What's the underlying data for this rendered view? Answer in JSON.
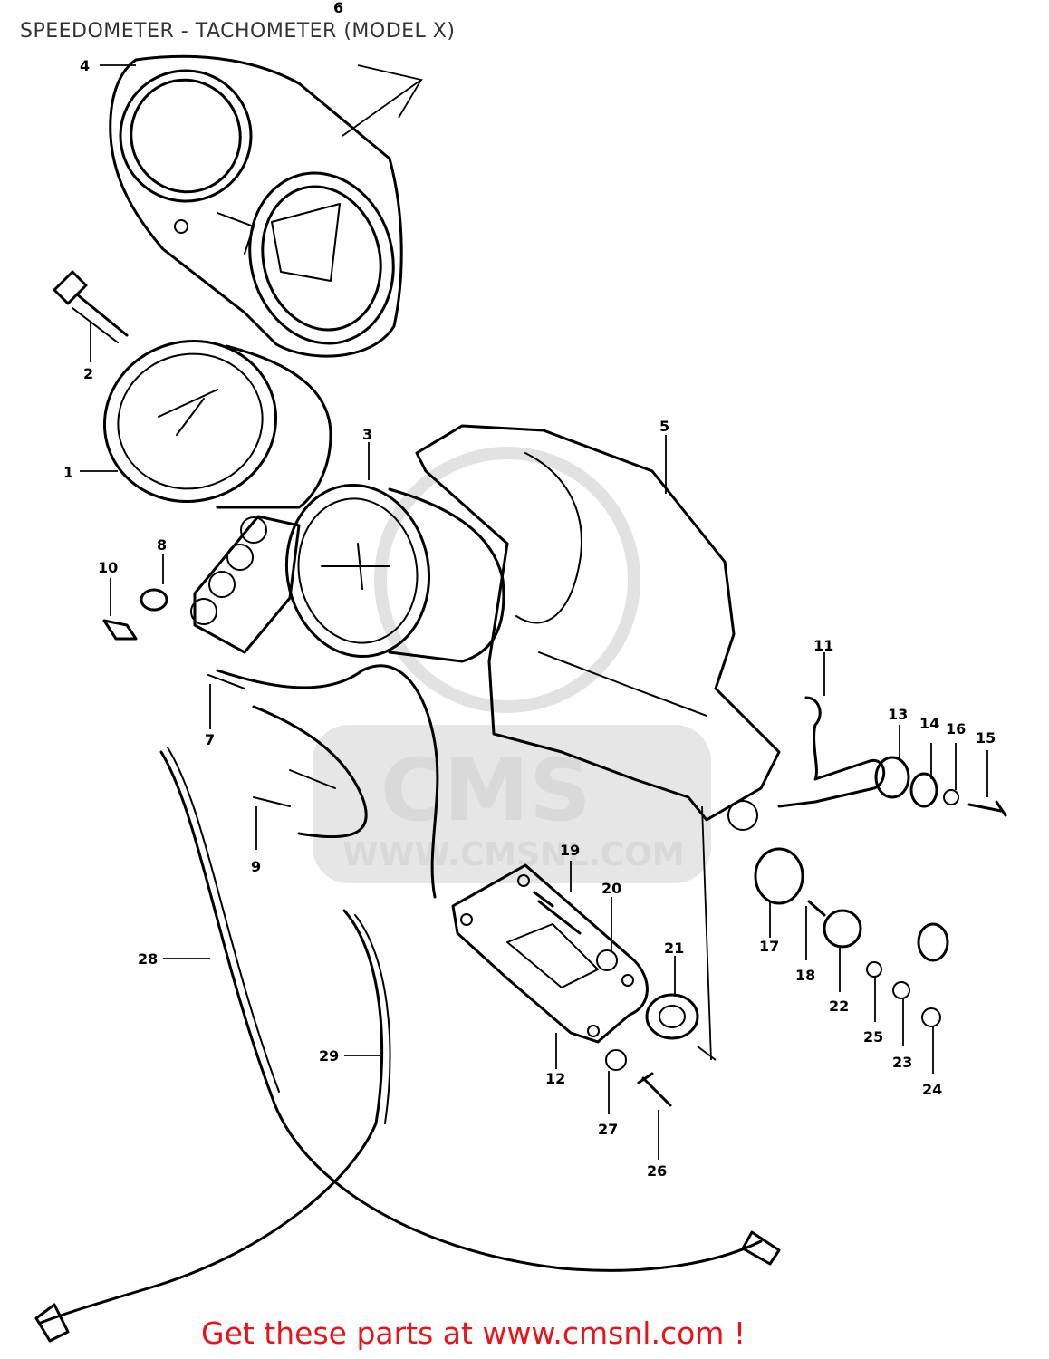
{
  "title": "SPEEDOMETER - TACHOMETER (MODEL X)",
  "footer": "Get these parts at www.cmsnl.com !",
  "watermark": {
    "brand": "CMS",
    "url": "WWW.CMSNL.COM"
  },
  "colors": {
    "footer_text": "#e8141c",
    "title_text": "#333333",
    "line_art": "#000000",
    "watermark": "#d9d9d9"
  },
  "part_labels": [
    {
      "id": "1",
      "text": "1"
    },
    {
      "id": "2",
      "text": "2"
    },
    {
      "id": "3",
      "text": "3"
    },
    {
      "id": "4",
      "text": "4"
    },
    {
      "id": "5",
      "text": "5"
    },
    {
      "id": "6",
      "text": "6"
    },
    {
      "id": "7",
      "text": "7"
    },
    {
      "id": "8",
      "text": "8"
    },
    {
      "id": "9",
      "text": "9"
    },
    {
      "id": "10",
      "text": "10"
    },
    {
      "id": "11",
      "text": "11"
    },
    {
      "id": "12",
      "text": "12"
    },
    {
      "id": "13",
      "text": "13"
    },
    {
      "id": "14",
      "text": "14"
    },
    {
      "id": "15",
      "text": "15"
    },
    {
      "id": "16",
      "text": "16"
    },
    {
      "id": "17",
      "text": "17"
    },
    {
      "id": "18",
      "text": "18"
    },
    {
      "id": "19",
      "text": "19"
    },
    {
      "id": "20",
      "text": "20"
    },
    {
      "id": "21",
      "text": "21"
    },
    {
      "id": "22",
      "text": "22"
    },
    {
      "id": "23",
      "text": "23"
    },
    {
      "id": "24",
      "text": "24"
    },
    {
      "id": "25",
      "text": "25"
    },
    {
      "id": "26",
      "text": "26"
    },
    {
      "id": "27",
      "text": "27"
    },
    {
      "id": "28",
      "text": "28"
    },
    {
      "id": "29",
      "text": "29"
    }
  ]
}
